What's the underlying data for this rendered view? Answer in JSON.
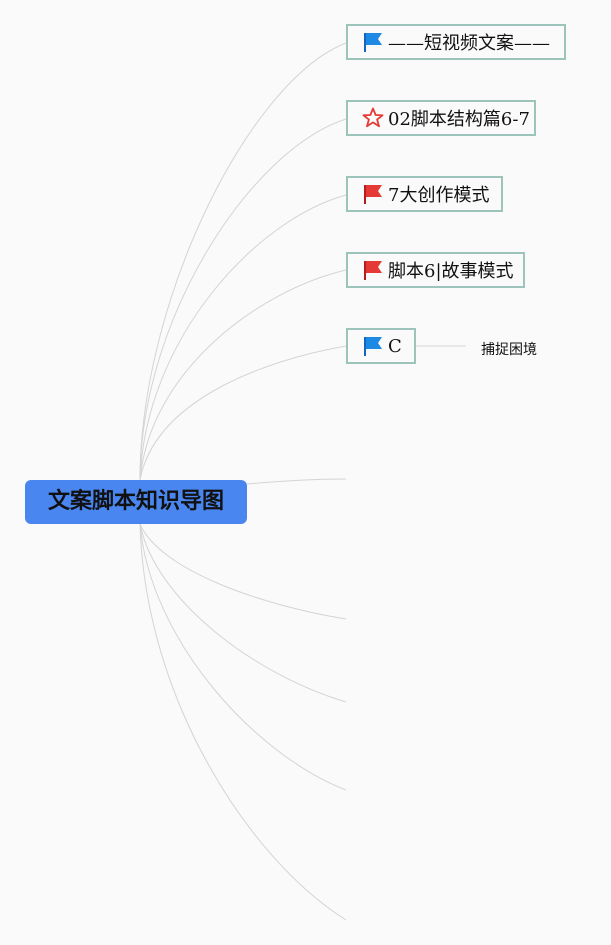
{
  "root": {
    "label": "文案脚本知识导图"
  },
  "branches": [
    {
      "label": "——短视频文案——",
      "icon": "blue-flag-icon",
      "color": "#1e88e5"
    },
    {
      "label": "02脚本结构篇6-7",
      "icon": "red-star-icon",
      "color": "#e53935"
    },
    {
      "label": "7大创作模式",
      "icon": "red-flag-icon",
      "color": "#e53935"
    },
    {
      "label": "脚本6|故事模式",
      "icon": "red-flag-icon",
      "color": "#e53935"
    },
    {
      "label": "C",
      "icon": "blue-flag-icon",
      "color": "#1e88e5",
      "children": [
        {
          "label": "捕捉困境"
        }
      ]
    }
  ],
  "colors": {
    "root_fill": "#4a86f0",
    "node_border": "#9cc4ba",
    "link": "#d4d4d4",
    "background": "#fafafa"
  }
}
